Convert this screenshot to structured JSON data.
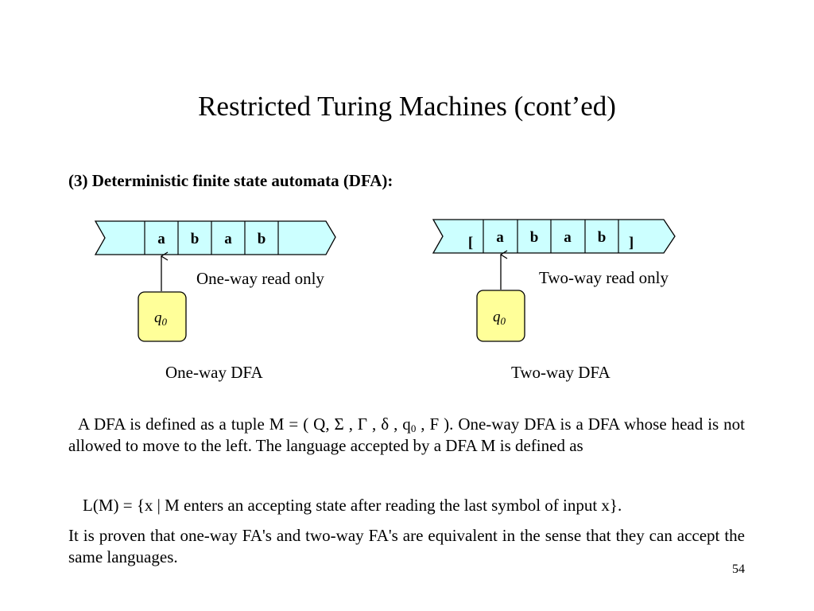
{
  "slide": {
    "title": "Restricted Turing Machines (cont’ed)",
    "subheading": "(3) Deterministic finite state automata (DFA):",
    "page_number": "54"
  },
  "diagram_left": {
    "tape_symbols": [
      "a",
      "b",
      "a",
      "b"
    ],
    "mode_label": "One-way read only",
    "state_label": "q",
    "state_subscript": "0",
    "caption": "One-way DFA"
  },
  "diagram_right": {
    "left_endmarker": "[",
    "tape_symbols": [
      "a",
      "b",
      "a",
      "b"
    ],
    "right_endmarker": "]",
    "mode_label": "Two-way read only",
    "state_label": "q",
    "state_subscript": "0",
    "caption": "Two-way DFA"
  },
  "body": {
    "definition_part1": "A DFA is defined as a tuple M = ( Q, Σ , Γ , δ , q",
    "definition_sub": "0",
    "definition_part2": " , F ). One-way DFA is a DFA whose head is not allowed to move to the left. The language accepted by a DFA M is defined as",
    "language_definition": "L(M) = {x | M enters an accepting state after reading the last symbol of input x}.",
    "equivalence_statement": "It is proven that one-way FA's and two-way FA's are equivalent in the sense that they can accept the same languages."
  },
  "colors": {
    "tape_fill": "#ccffff",
    "state_fill": "#ffff99",
    "stroke": "#000000"
  }
}
